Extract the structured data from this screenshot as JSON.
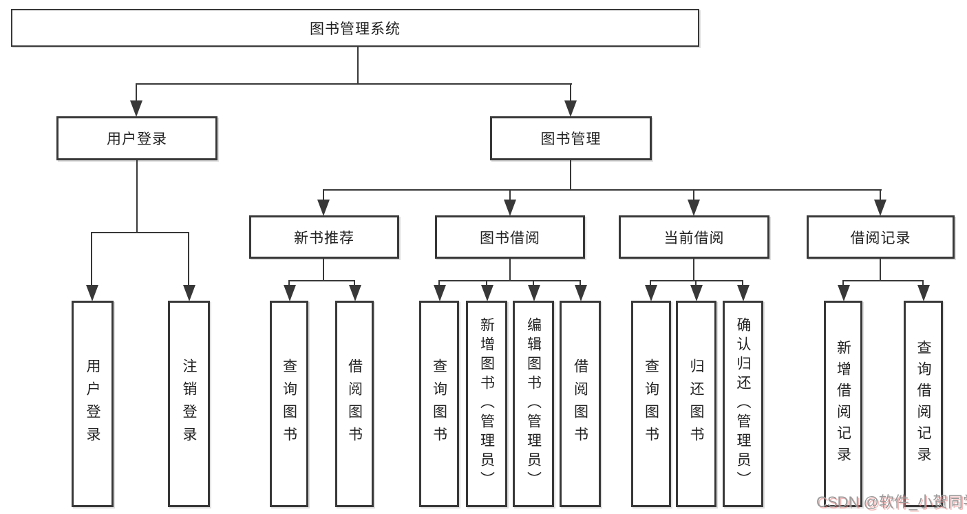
{
  "diagram": {
    "title": "图书管理系统",
    "nodes": {
      "root": "图书管理系统",
      "user_login": "用户登录",
      "book_mgmt": "图书管理",
      "new_book": "新书推荐",
      "book_borrow": "图书借阅",
      "current_borrow": "当前借阅",
      "borrow_record": "借阅记录",
      "leaf_user_login": "用户登录",
      "leaf_logout": "注销登录",
      "leaf_nb_query": "查询图书",
      "leaf_nb_borrow": "借阅图书",
      "leaf_bb_query": "查询图书",
      "leaf_bb_add": "新增图书（管理员）",
      "leaf_bb_edit": "编辑图书（管理员）",
      "leaf_bb_borrow": "借阅图书",
      "leaf_cb_query": "查询图书",
      "leaf_cb_return": "归还图书",
      "leaf_cb_confirm": "确认归还（管理员）",
      "leaf_br_add": "新增借阅记录",
      "leaf_br_query": "查询借阅记录"
    },
    "edges": [
      "root->user_login",
      "root->book_mgmt",
      "user_login->leaf_user_login",
      "user_login->leaf_logout",
      "book_mgmt->new_book",
      "book_mgmt->book_borrow",
      "book_mgmt->current_borrow",
      "book_mgmt->borrow_record",
      "new_book->leaf_nb_query",
      "new_book->leaf_nb_borrow",
      "book_borrow->leaf_bb_query",
      "book_borrow->leaf_bb_add",
      "book_borrow->leaf_bb_edit",
      "book_borrow->leaf_bb_borrow",
      "current_borrow->leaf_cb_query",
      "current_borrow->leaf_cb_return",
      "current_borrow->leaf_cb_confirm",
      "borrow_record->leaf_br_add",
      "borrow_record->leaf_br_query"
    ],
    "colors": {
      "line": "#383838",
      "text": "#222222",
      "background": "#ffffff",
      "watermark_text": "#9a9a9a",
      "watermark_shadow": "#e98282"
    }
  },
  "watermark": "CSDN @软件_小贺同学"
}
